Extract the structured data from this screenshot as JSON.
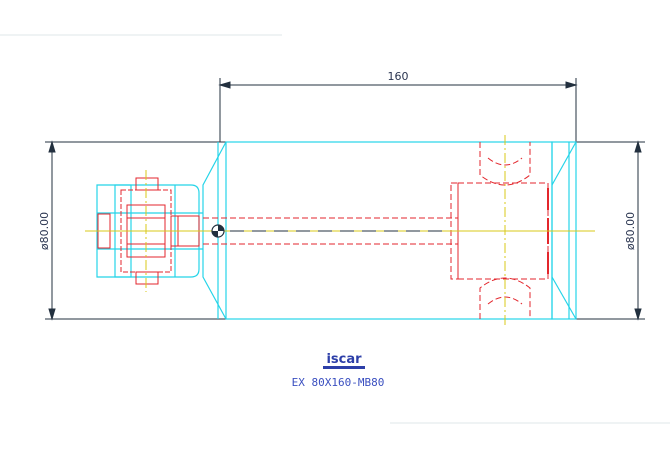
{
  "dimensions": {
    "length_label": "160",
    "left_diameter_label": "ø80.00",
    "right_diameter_label": "ø80.00"
  },
  "title_block": {
    "logo_text": "iscar",
    "part_number": "EX 80X160-MB80"
  },
  "colors": {
    "outline_cyan": "#25d4e8",
    "hidden_red": "#e3262c",
    "centerline_yellow": "#d8c81a",
    "dimension_dark": "#23303f",
    "logo_blue": "#2d3fa8",
    "part_text_blue": "#3a4fc0"
  }
}
